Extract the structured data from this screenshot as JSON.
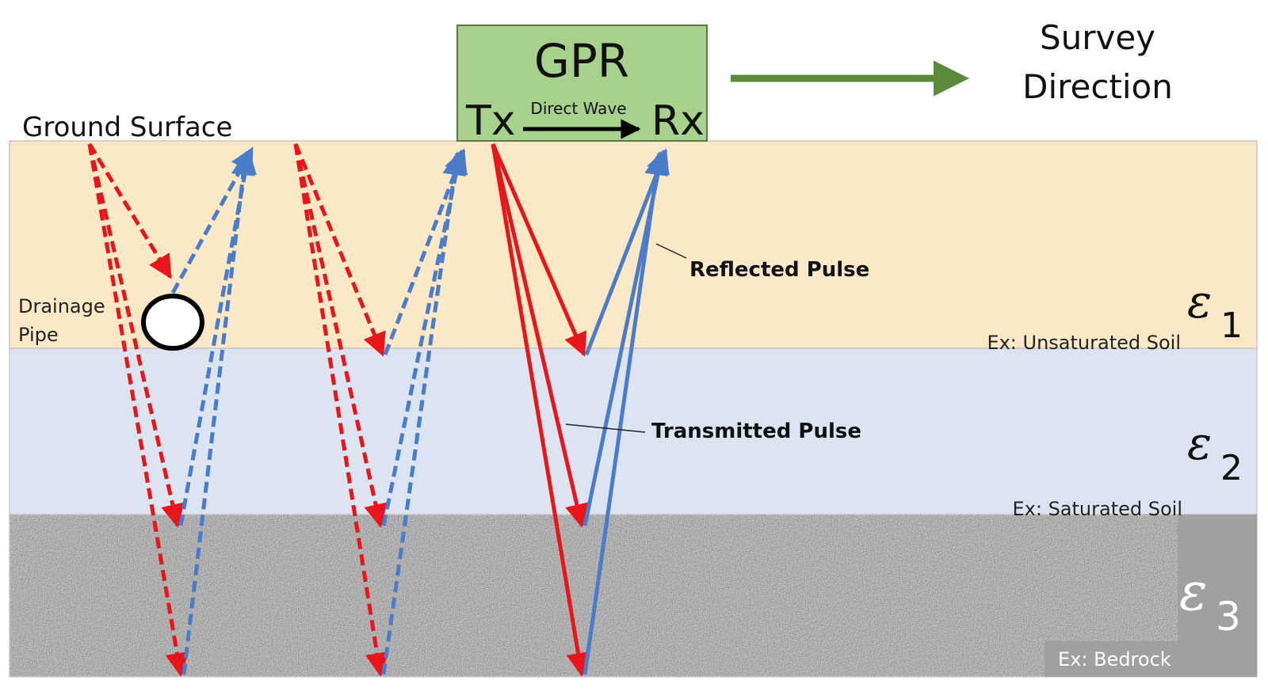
{
  "header": {
    "gpr_title": "GPR",
    "tx_label": "Tx",
    "rx_label": "Rx",
    "direct_wave_label": "Direct Wave",
    "survey_direction_line1": "Survey",
    "survey_direction_line2": "Direction",
    "ground_surface_label": "Ground Surface"
  },
  "annotations": {
    "drainage_pipe_line1": "Drainage",
    "drainage_pipe_line2": "Pipe",
    "reflected_pulse": "Reflected Pulse",
    "transmitted_pulse": "Transmitted Pulse"
  },
  "layers": [
    {
      "symbol": "ε",
      "subscript": "1",
      "example": "Ex: Unsaturated Soil",
      "color": "#fbe8c6"
    },
    {
      "symbol": "ε",
      "subscript": "2",
      "example": "Ex: Saturated Soil",
      "color": "#dce4f2"
    },
    {
      "symbol": "ε",
      "subscript": "3",
      "example": "Ex: Bedrock",
      "color": "#a9a9a9"
    }
  ],
  "colors": {
    "transmitted": "#e8161b",
    "reflected": "#4a7cc9",
    "gpr_box": "#a9d18e",
    "gpr_border": "#5c7a46",
    "survey_arrow": "#5b8a3a"
  }
}
